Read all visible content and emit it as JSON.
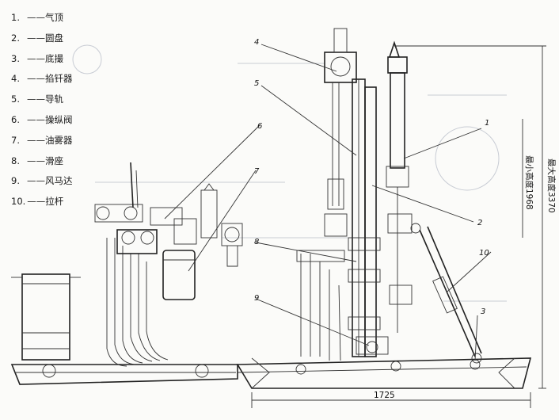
{
  "legend": [
    {
      "num": "1.",
      "label": "——气顶"
    },
    {
      "num": "2.",
      "label": "——圆盘"
    },
    {
      "num": "3.",
      "label": "——底撮"
    },
    {
      "num": "4.",
      "label": "——掐钎器"
    },
    {
      "num": "5.",
      "label": "——导轨"
    },
    {
      "num": "6.",
      "label": "——操纵阀"
    },
    {
      "num": "7.",
      "label": "——油雾器"
    },
    {
      "num": "8.",
      "label": "——滑座"
    },
    {
      "num": "9.",
      "label": "——风马达"
    },
    {
      "num": "10.",
      "label": "——拉杆"
    }
  ],
  "callouts": [
    "1",
    "2",
    "3",
    "4",
    "5",
    "6",
    "7",
    "8",
    "9",
    "10"
  ],
  "dimensions": {
    "max_height": "最大高度3370",
    "min_height": "最小高度1968",
    "base_length": "1725"
  }
}
